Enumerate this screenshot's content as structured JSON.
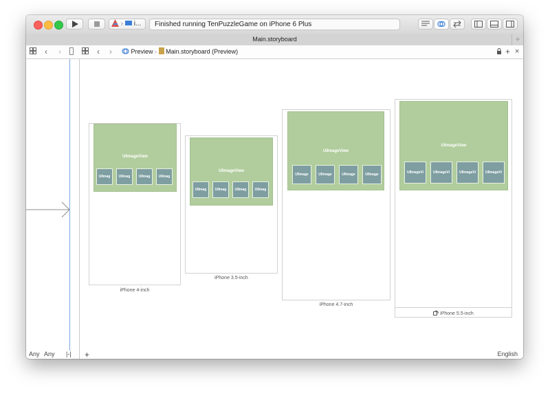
{
  "window": {
    "status_text": "Finished running TenPuzzleGame on iPhone 6 Plus",
    "scheme_label": "i...",
    "tab_title": "Main.storyboard"
  },
  "jumpbar": {
    "crumb_preview": "Preview",
    "crumb_file": "Main.storyboard (Preview)"
  },
  "devices": [
    {
      "name": "iPhone 4-inch",
      "view_label": "UIImageView",
      "cells": [
        "UIImag",
        "UIImag",
        "UIImag",
        "UIImag"
      ]
    },
    {
      "name": "iPhone 3.5-inch",
      "view_label": "UIImageView",
      "cells": [
        "UIImag",
        "UIImag",
        "UIImag",
        "UIImag"
      ]
    },
    {
      "name": "iPhone 4.7-inch",
      "view_label": "UIImageView",
      "cells": [
        "UIImage",
        "UIImage",
        "UIImage",
        "UIImage"
      ]
    },
    {
      "name": "iPhone 5.5-inch",
      "view_label": "UIImageView",
      "cells": [
        "UIImageVi",
        "UIImageVi",
        "UIImageVi",
        "UIImageVi"
      ]
    }
  ],
  "bottom": {
    "size_class_label": "Any",
    "size_class_label2": "Any",
    "language": "English"
  },
  "colors": {
    "green_view": "#b1cd9d",
    "image_cell": "#7e9ea1",
    "guide_line": "#79a5e0"
  }
}
